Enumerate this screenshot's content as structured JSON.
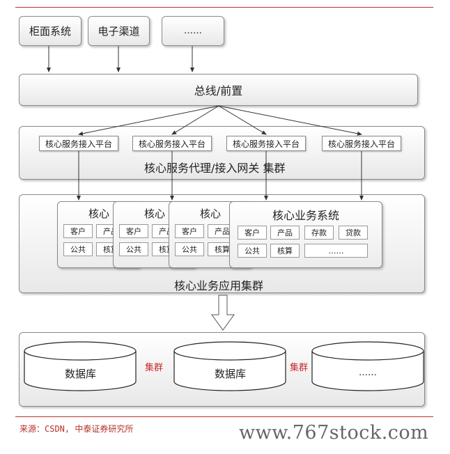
{
  "top_sources": [
    "柜面系统",
    "电子渠道",
    "……"
  ],
  "bus_label": "总线/前置",
  "gateway": {
    "platforms": [
      "核心服务接入平台",
      "核心服务接入平台",
      "核心服务接入平台",
      "核心服务接入平台"
    ],
    "cluster_label": "核心服务代理/接入网关 集群"
  },
  "app_cluster": {
    "partial_titles": [
      "核心",
      "核心",
      "核心"
    ],
    "partial_modules": [
      "客户",
      "产品",
      "公共",
      "核算"
    ],
    "front_title": "核心业务系统",
    "front_modules": [
      "客户",
      "产品",
      "存款",
      "贷款",
      "公共",
      "核算",
      "……"
    ],
    "cluster_label": "核心业务应用集群"
  },
  "databases": [
    "数据库",
    "数据库",
    "……"
  ],
  "db_cluster_label": "集群",
  "source_note": "来源：CSDN, 中泰证券研究所",
  "watermark": "www.767stock.com",
  "colors": {
    "accent_red": "#b3342a",
    "cluster_red": "#cc2a2a"
  }
}
